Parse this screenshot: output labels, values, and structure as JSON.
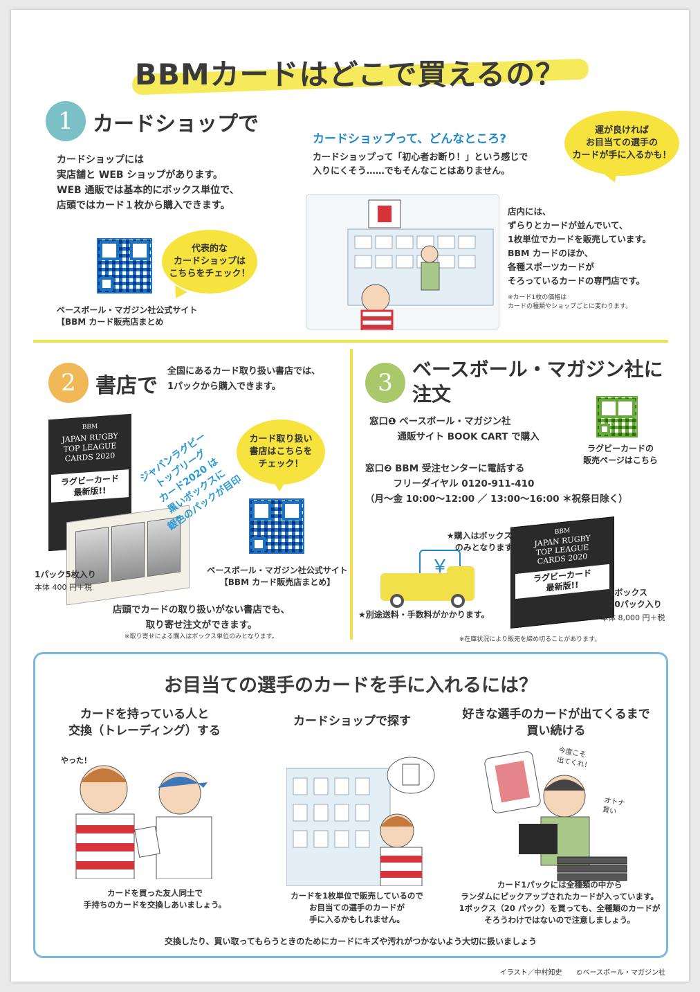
{
  "title": "BBMカードはどこで買えるの？",
  "section1": {
    "num": "1",
    "heading": "カードショップで",
    "body": "カードショップには\n実店舗と WEB ショップがあります。\nWEB 通販では基本的にボックス単位で、\n店頭ではカード１枚から購入できます。",
    "bubble": "代表的な\nカードショップは\nこちらをチェック！",
    "qr_caption": "ベースボール・マガジン社公式サイト\n【BBM カード販売店まとめ",
    "shop_title": "カードショップって、どんなところ?",
    "shop_body": "カードショップって「初心者お断り！」という感じで\n入りにくそう……でもそんなことはありません。",
    "shop_bubble": "運が良ければ\nお目当ての選手の\nカードが手に入るかも！",
    "shop_desc": "店内には、\nずらりとカードが並んでいて、\n1枚単位でカードを販売しています。\nBBM カードのほか、\n各種スポーツカードが\nそろっているカードの専門店です。",
    "shop_note": "※カード1枚の価格は\nカードの種類やショップごとに変わります。"
  },
  "section2": {
    "num": "2",
    "heading": "書店で",
    "body": "全国にあるカード取り扱い書店では、\n1パックから購入できます。",
    "product_brand": "BBM",
    "product_name": "JAPAN RUGBY\nTOP LEAGUE\nCARDS 2020",
    "product_banner": "ラグビーカード\n最新版!!",
    "slant_text": "ジャパンラグビー\nトップリーグ\nカード2020 は\n黒いボックスに\n銀色のパックが目印",
    "bubble": "カード取り扱い\n書店はこちらを\nチェック！",
    "qr_caption": "ベースボール・マガジン社公式サイト\n【BBM カード販売店まとめ】",
    "pack_info": "1パック5枚入り",
    "pack_price": "本体 400 円＋税",
    "footer": "店頭でカードの取り扱いがない書店でも、\n取り寄せ注文ができます。",
    "note": "※取り寄せによる購入はボックス単位のみとなります。"
  },
  "section3": {
    "num": "3",
    "heading": "ベースボール・マガジン社に\n注文",
    "window1": "窓口❶ ベースボール・マガジン社\n　　　通販サイト BOOK CART で購入",
    "qr_caption": "ラグビーカードの\n販売ページはこちら",
    "window2": "窓口❷ BBM 受注センターに電話する\n　　　フリーダイヤル 0120-911-410\n（月～金 10:00～12:00 ／ 13:00～16:00 ＊祝祭日除く）",
    "box_note": "★購入はボックス単位\nのみとなります。",
    "yen": "￥",
    "shipping": "★別途送料・手数料がかかります。",
    "box_info": "1ボックス\n20パック入り",
    "box_price": "本体 8,000 円＋税",
    "note": "※在庫状況により販売を締め切ることがあります。"
  },
  "bottom": {
    "title": "お目当ての選手のカードを手に入れるには？",
    "col1_head": "カードを持っている人と\n交換（トレーディング）する",
    "col1_text": "カードを買った友人同士で\n手持ちのカードを交換しあいましょう。",
    "col2_head": "カードショップで探す",
    "col2_text": "カードを1枚単位で販売しているので\nお目当ての選手のカードが\n手に入るかもしれません。",
    "col3_head": "好きな選手のカードが出てくるまで\n買い続ける",
    "col3_text": "カード1パックには全種類の中から\nランダムにピックアップされたカードが入っています。\n1ボックス（20 パック）を買っても、全種類のカードが\nそろうわけではないので注意しましょう。",
    "footer": "交換したり、買い取ってもらうときのためにカードにキズや汚れがつかないよう大切に扱いましょう",
    "bubble_yatta": "やった！",
    "bubble_kondo": "今度こそ\n出てくれ！",
    "bubble_otona": "オトナ\n買い"
  },
  "credit": "イラスト／中村知史　　©ベースボール・マガジン社",
  "colors": {
    "circle1": "#7bbfc7",
    "circle2": "#f0b857",
    "circle3": "#a8c86a",
    "accent_yellow": "#f7e33e",
    "accent_blue": "#1e88c8"
  }
}
